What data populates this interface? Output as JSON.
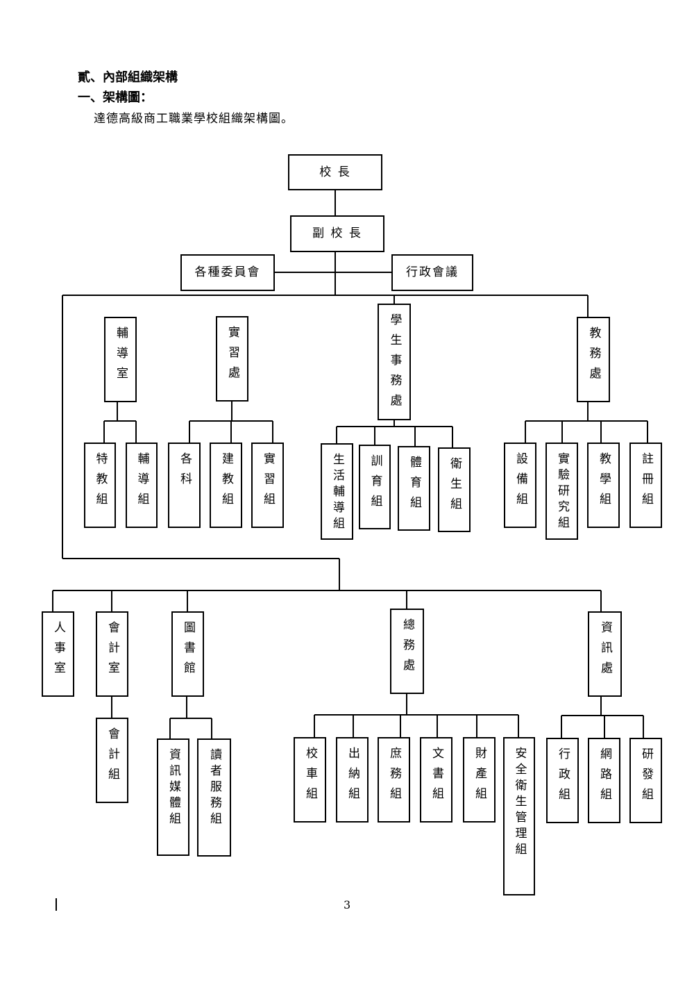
{
  "heading": {
    "section": "貳、內部組織架構",
    "subsection": "一、架構圖：",
    "caption": "達德高級商工職業學校組織架構圖。"
  },
  "org": {
    "principal": "校 長",
    "vice_principal": "副 校 長",
    "committees": "各種委員會",
    "admin_meeting": "行政會議",
    "counseling_office": "輔導室",
    "counseling_units": [
      "特教組",
      "輔導組"
    ],
    "practicum_office": "實習處",
    "practicum_units": [
      "各科",
      "建教組",
      "實習組"
    ],
    "student_affairs": "學生事務處",
    "student_units": [
      "生活輔導組",
      "訓育組",
      "體育組",
      "衛生組"
    ],
    "academic_affairs": "教務處",
    "academic_units": [
      "設備組",
      "實驗研究組",
      "教學組",
      "註冊組"
    ],
    "personnel_office": "人事室",
    "accounting_office": "會計室",
    "accounting_units": [
      "會計組"
    ],
    "library": "圖書館",
    "library_units": [
      "資訊媒體組",
      "讀者服務組"
    ],
    "general_affairs": "總務處",
    "general_units": [
      "校車組",
      "出納組",
      "庶務組",
      "文書組",
      "財產組",
      "安全衛生管理組"
    ],
    "it_office": "資訊處",
    "it_units": [
      "行政組",
      "網路組",
      "研發組"
    ]
  },
  "page_number": "3"
}
